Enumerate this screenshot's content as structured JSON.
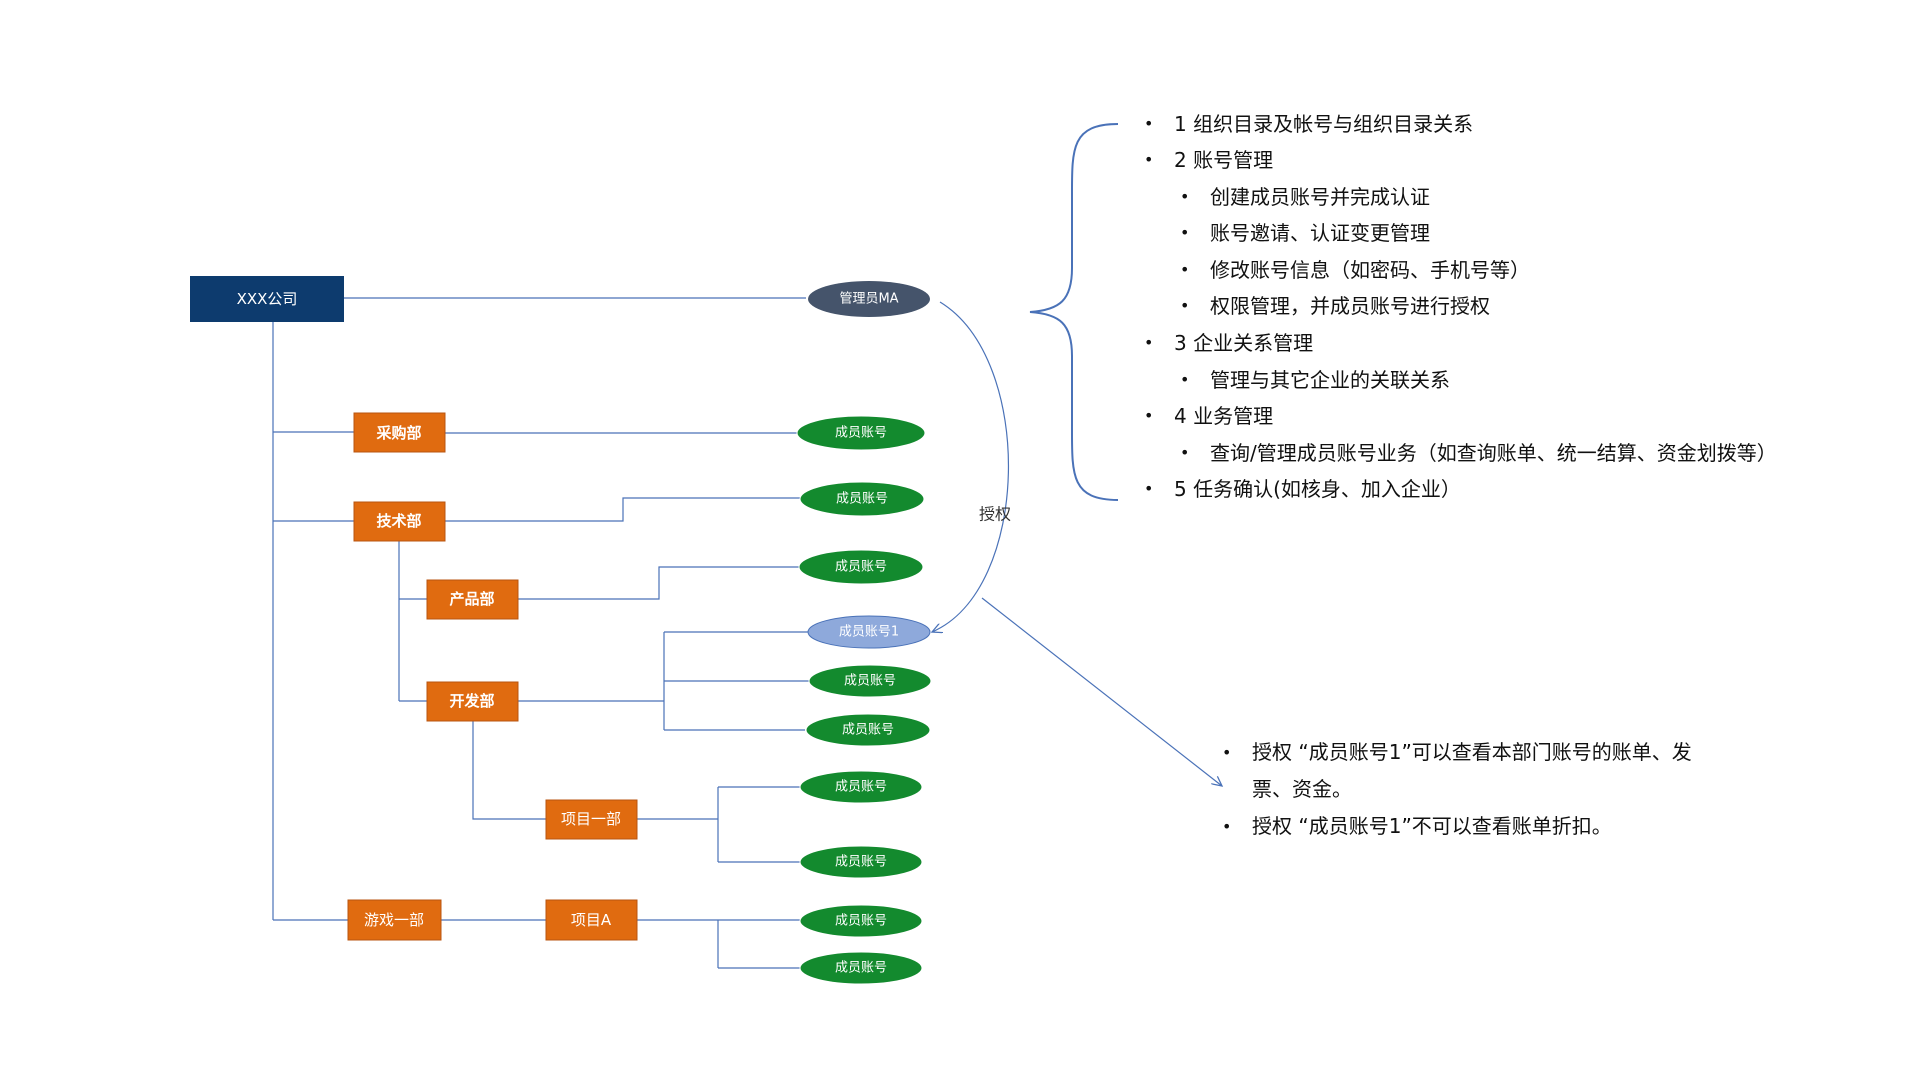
{
  "company": {
    "label": "XXX公司",
    "color": "#0d3b6e"
  },
  "admin": {
    "label": "管理员MA",
    "color": "#45546b"
  },
  "departments": {
    "caigou": "采购部",
    "jishu": "技术部",
    "chanpin": "产品部",
    "kaifa": "开发部",
    "xiangmu_yi": "项目一部",
    "youxi": "游戏一部",
    "xiangmu_a": "项目A"
  },
  "dept_color": "#e06b10",
  "member_label": "成员账号",
  "member_color": "#138a2e",
  "member1": {
    "label": "成员账号1",
    "color": "#8ea9db"
  },
  "authorize_label": "授权",
  "line_color": "#4a72b8",
  "admin_functions": {
    "items": [
      {
        "text": "1 组织目录及帐号与组织目录关系",
        "level": 1
      },
      {
        "text": " 2 账号管理",
        "level": 1
      },
      {
        "text": "创建成员账号并完成认证",
        "level": 2
      },
      {
        "text": "账号邀请、认证变更管理",
        "level": 2
      },
      {
        "text": "修改账号信息（如密码、手机号等）",
        "level": 2
      },
      {
        "text": "权限管理，并成员账号进行授权",
        "level": 2
      },
      {
        "text": "3 企业关系管理",
        "level": 1
      },
      {
        "text": "管理与其它企业的关联关系",
        "level": 2
      },
      {
        "text": "4 业务管理",
        "level": 1
      },
      {
        "text": "查询/管理成员账号业务（如查询账单、统一结算、资金划拨等）",
        "level": 2
      },
      {
        "text": "5 任务确认(如核身、加入企业）",
        "level": 1
      }
    ]
  },
  "auth_notes": [
    "授权 “成员账号1”可以查看本部门账号的账单、发票、资金。",
    "授权 “成员账号1”不可以查看账单折扣。"
  ],
  "bullet_char": "•"
}
